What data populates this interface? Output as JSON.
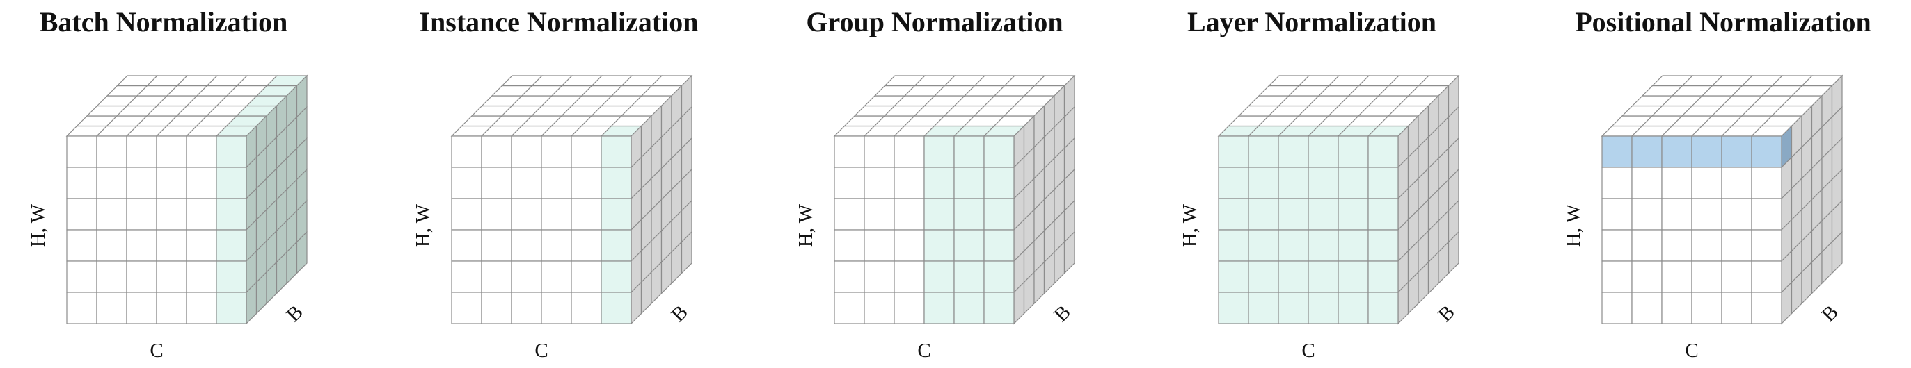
{
  "panels": [
    {
      "title": "Batch Normalization",
      "hw_label": "H, W",
      "c_label": "C",
      "b_label": "B",
      "highlight": "batch"
    },
    {
      "title": "Instance Normalization",
      "hw_label": "H, W",
      "c_label": "C",
      "b_label": "B",
      "highlight": "instance"
    },
    {
      "title": "Group Normalization",
      "hw_label": "H, W",
      "c_label": "C",
      "b_label": "B",
      "highlight": "group"
    },
    {
      "title": "Layer Normalization",
      "hw_label": "H, W",
      "c_label": "C",
      "b_label": "B",
      "highlight": "layer"
    },
    {
      "title": "Positional Normalization",
      "hw_label": "H, W",
      "c_label": "C",
      "b_label": "B",
      "highlight": "positional"
    }
  ],
  "colors": {
    "grid_line": "#8c8c8c",
    "face_white": "#ffffff",
    "side_gray": "#d4d4d4",
    "highlight_green": "#e3f6f1",
    "highlight_green_side": "#b6c9c2",
    "highlight_blue": "#b4d3ec",
    "highlight_blue_side": "#8aa9c4"
  }
}
